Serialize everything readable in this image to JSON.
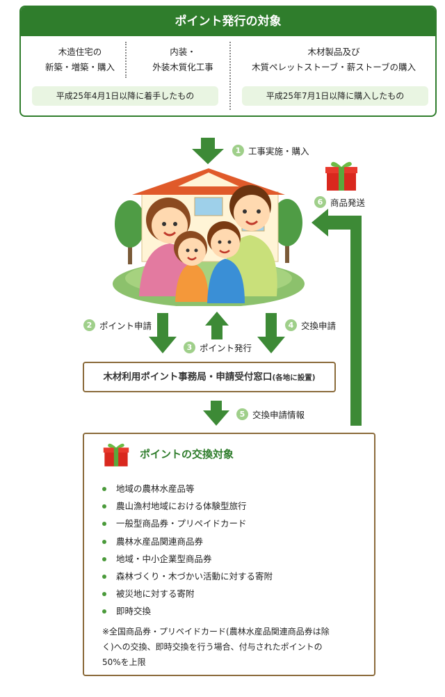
{
  "target": {
    "title": "ポイント発行の対象",
    "col1": {
      "line1": "木造住宅の",
      "line2": "新築・増築・購入"
    },
    "col2": {
      "line1": "内装・",
      "line2": "外装木質化工事"
    },
    "col3": {
      "line1": "木材製品及び",
      "line2": "木質ペレットストーブ・薪ストーブの購入"
    },
    "cond_left": "平成25年4月1日以降に着手したもの",
    "cond_right": "平成25年7月1日以降に購入したもの"
  },
  "steps": {
    "s1": {
      "num": "1",
      "label": "工事実施・購入"
    },
    "s2": {
      "num": "2",
      "label": "ポイント申請"
    },
    "s3": {
      "num": "3",
      "label": "ポイント発行"
    },
    "s4": {
      "num": "4",
      "label": "交換申請"
    },
    "s5": {
      "num": "5",
      "label": "交換申請情報"
    },
    "s6": {
      "num": "6",
      "label": "商品発送"
    }
  },
  "office": {
    "label": "木材利用ポイント事務局・申請受付窓口",
    "note": "(各地に設置)"
  },
  "exchange": {
    "title": "ポイントの交換対象",
    "items": [
      "地域の農林水産品等",
      "農山漁村地域における体験型旅行",
      "一般型商品券・プリペイドカード",
      "農林水産品関連商品券",
      "地域・中小企業型商品券",
      "森林づくり・木づかい活動に対する寄附",
      "被災地に対する寄附",
      "即時交換"
    ],
    "note_line1": "※全国商品券・プリペイドカード(農林水産品関連商品券は除",
    "note_line2": "く)への交換、即時交換を行う場合、付与されたポイントの",
    "note_line3": "50%を上限"
  },
  "colors": {
    "green_dark": "#2f7d2c",
    "arrow_green": "#3d8a36",
    "step_circle": "#9fcf8a",
    "cond_bg": "#e9f5e2",
    "box_border": "#8a6a3a",
    "gift_red": "#d9281e"
  },
  "icons": {
    "gift": "gift-box-icon",
    "family": "family-house-illustration"
  }
}
